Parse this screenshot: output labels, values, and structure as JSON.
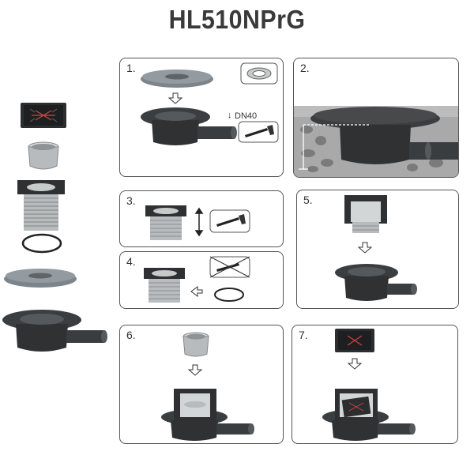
{
  "title": "HL510NPrG",
  "steps": [
    {
      "number": "1.",
      "label": "DN40"
    },
    {
      "number": "2."
    },
    {
      "number": "3."
    },
    {
      "number": "4."
    },
    {
      "number": "5."
    },
    {
      "number": "6."
    },
    {
      "number": "7."
    }
  ],
  "colors": {
    "dark_part": "#2f3133",
    "mid_part": "#5e6468",
    "membrane": "#7c858b",
    "steel": "#b8bcbe",
    "panel_border": "#555555",
    "gravel": "#a9a9a9"
  },
  "icons": [
    "saw-icon",
    "arrow-down-icon",
    "arrow-left-icon",
    "updown-arrow-icon",
    "no-saw-icon"
  ]
}
